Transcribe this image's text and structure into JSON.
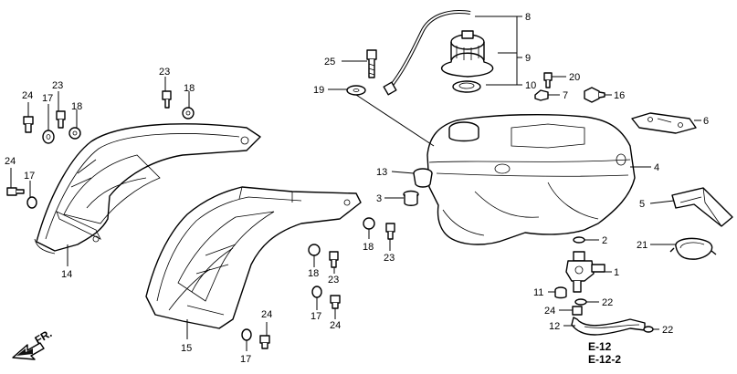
{
  "callouts": {
    "c1": "1",
    "c2": "2",
    "c3": "3",
    "c4": "4",
    "c5": "5",
    "c6": "6",
    "c7": "7",
    "c8": "8",
    "c9": "9",
    "c10": "10",
    "c11": "11",
    "c12": "12",
    "c13": "13",
    "c14": "14",
    "c15": "15",
    "c16": "16",
    "c17a": "17",
    "c17b": "17",
    "c17c": "17",
    "c17d": "17",
    "c18a": "18",
    "c18b": "18",
    "c18c": "18",
    "c18d": "18",
    "c19": "19",
    "c20": "20",
    "c21": "21",
    "c22a": "22",
    "c22b": "22",
    "c23a": "23",
    "c23b": "23",
    "c23c": "23",
    "c23d": "23",
    "c24a": "24",
    "c24b": "24",
    "c24c": "24",
    "c24d": "24",
    "c24e": "24",
    "c25": "25"
  },
  "references": {
    "ref1": "E-12",
    "ref2": "E-12-2"
  },
  "direction": {
    "label": "FR."
  },
  "colors": {
    "ink": "#000000",
    "paper": "#ffffff"
  }
}
